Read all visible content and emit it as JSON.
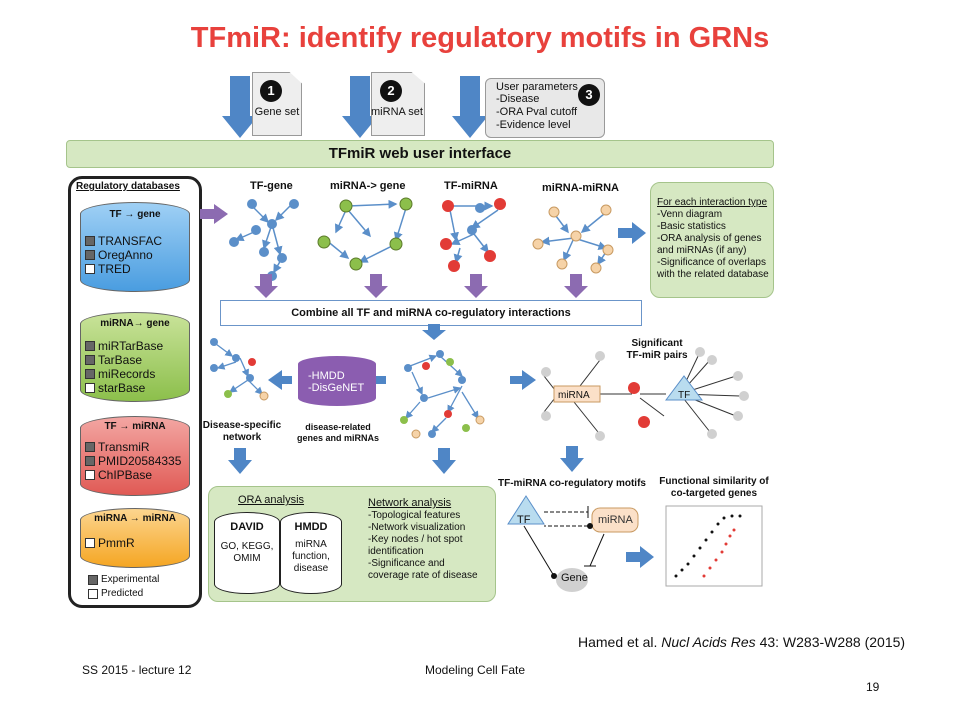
{
  "title": "TFmiR: identify regulatory motifs in GRNs",
  "inputs": {
    "gene_set": {
      "num": "1",
      "label": "Gene set"
    },
    "mirna_set": {
      "num": "2",
      "label": "miRNA set"
    },
    "user_params": {
      "num": "3",
      "title": "User parameters",
      "items": [
        "-Disease",
        "-ORA Pval cutoff",
        "-Evidence level"
      ]
    }
  },
  "web_ui_label": "TFmiR web user interface",
  "regulatory_databases": {
    "title": "Regulatory databases",
    "groups": [
      {
        "name": "TF → gene",
        "items": [
          "TRANSFAC",
          "OregAnno",
          "TRED"
        ],
        "types": [
          "filled",
          "filled",
          "empty"
        ]
      },
      {
        "name": "miRNA→ gene",
        "items": [
          "miRTarBase",
          "TarBase",
          "miRecords",
          "starBase"
        ],
        "types": [
          "filled",
          "filled",
          "filled",
          "empty"
        ]
      },
      {
        "name": "TF → miRNA",
        "items": [
          "TransmiR",
          "PMID20584335",
          "ChIPBase"
        ],
        "types": [
          "filled",
          "filled",
          "empty"
        ]
      },
      {
        "name": "miRNA → miRNA",
        "items": [
          "PmmR"
        ],
        "types": [
          "empty"
        ]
      }
    ],
    "legend": {
      "experimental": "Experimental",
      "predicted": "Predicted"
    }
  },
  "networks": {
    "tf_gene": "TF-gene",
    "mirna_gene": "miRNA-> gene",
    "tf_mirna": "TF-miRNA",
    "mirna_mirna": "miRNA-miRNA"
  },
  "interaction_info": {
    "title": "For each interaction type",
    "items": [
      "-Venn diagram",
      "-Basic statistics",
      "-ORA analysis of genes",
      "and miRNAs (if any)",
      "-Significance of overlaps",
      "with the related database"
    ]
  },
  "combine_label": "Combine all TF and miRNA co-regulatory interactions",
  "disease_db": {
    "items": [
      "-HMDD",
      "-DisGeNET"
    ],
    "caption_line1": "disease-related",
    "caption_line2": "genes and miRNAs"
  },
  "disease_network": {
    "line1": "Disease-specific",
    "line2": "network"
  },
  "significant_pairs": {
    "line1": "Significant",
    "line2": "TF-miR pairs",
    "mirna": "miRNA",
    "tf": "TF"
  },
  "ora_analysis": {
    "title": "ORA analysis",
    "david": {
      "name": "DAVID",
      "text": [
        "GO, KEGG,",
        "OMIM"
      ]
    },
    "hmdd": {
      "name": "HMDD",
      "text": [
        "miRNA",
        "function,",
        "disease"
      ]
    }
  },
  "network_analysis": {
    "title": "Network analysis",
    "items": [
      "-Topological features",
      "-Network visualization",
      "-Key nodes / hot spot",
      "identification",
      "-Significance and",
      "coverage rate of disease"
    ]
  },
  "motifs": {
    "title": "TF-miRNA co-regulatory motifs",
    "tf": "TF",
    "mirna": "miRNA",
    "gene": "Gene"
  },
  "functional": {
    "line1": "Functional similarity of",
    "line2": "co-targeted  genes"
  },
  "citation": {
    "authors": "Hamed et al.",
    "journal": "Nucl Acids Res",
    "rest": "43: W283-W288 (2015)"
  },
  "footer": {
    "left": "SS 2015 - lecture 12",
    "center": "Modeling Cell Fate",
    "page": "19"
  },
  "colors": {
    "title": "#e8413c",
    "arrow_blue": "#4f86c6",
    "arrow_purple": "#8c6bb1",
    "panel_green": "#d6e8c2"
  }
}
